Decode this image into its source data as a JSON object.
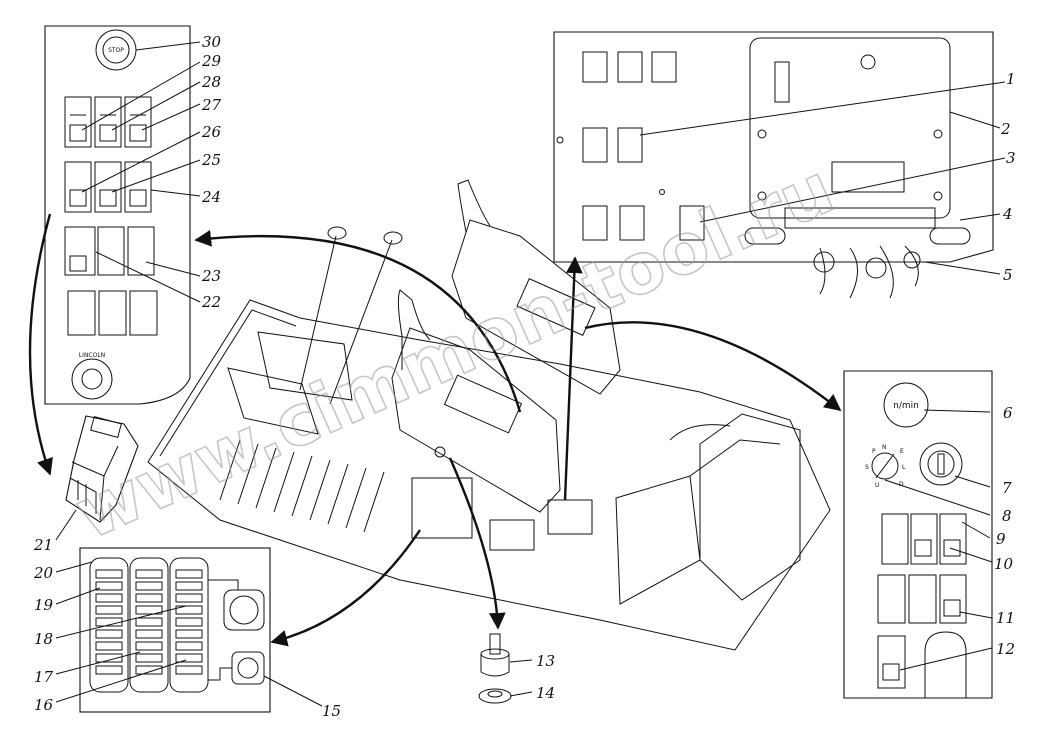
{
  "diagram": {
    "callouts": [
      "1",
      "2",
      "3",
      "4",
      "5",
      "6",
      "7",
      "8",
      "9",
      "10",
      "11",
      "12",
      "13",
      "14",
      "15",
      "16",
      "17",
      "18",
      "19",
      "20",
      "21",
      "22",
      "23",
      "24",
      "25",
      "26",
      "27",
      "28",
      "29",
      "30"
    ],
    "labels": {
      "stop": "STOP",
      "speed": "n/min",
      "brand": "LINCOLN",
      "selector_p": "P",
      "selector_n": "N",
      "selector_e": "E",
      "selector_s": "S",
      "selector_l": "L",
      "selector_u": "U",
      "selector_d": "D"
    },
    "watermark": "www.cimmon-tool.ru"
  }
}
